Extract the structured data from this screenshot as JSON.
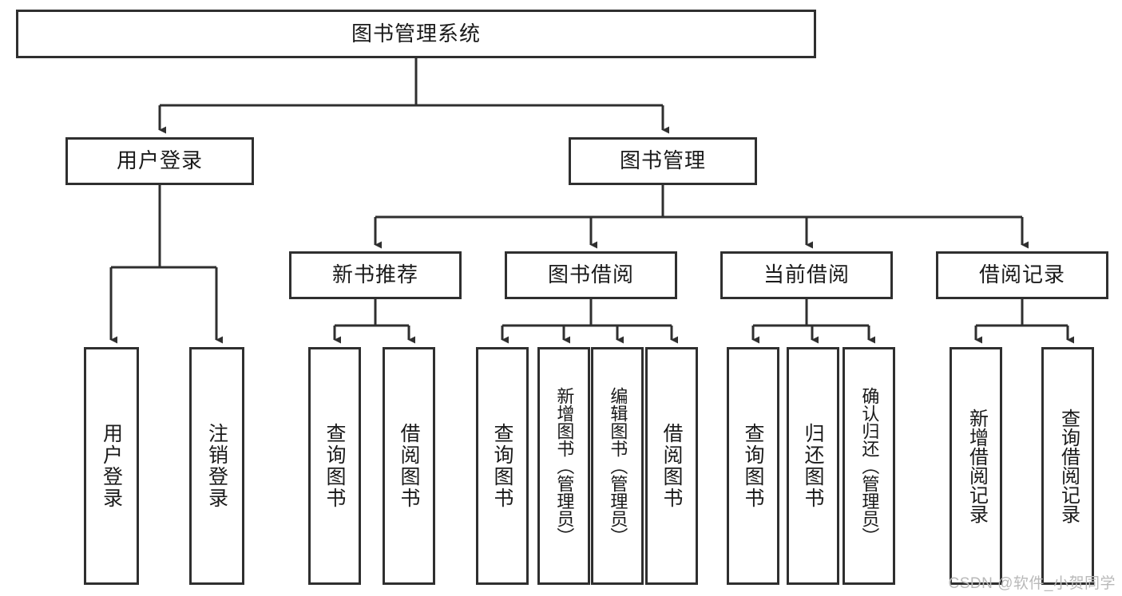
{
  "diagram": {
    "title": "图书管理系统",
    "type": "tree-hierarchy-chart",
    "watermark": "CSDN @软件_小贺同学",
    "colors": {
      "stroke": "#2f2f2f",
      "fill": "#ffffff",
      "text": "#1a1a1a",
      "watermark": "#b9b9b9"
    },
    "root": {
      "label": "图书管理系统"
    },
    "level1": [
      {
        "label": "用户登录"
      },
      {
        "label": "图书管理"
      }
    ],
    "level2": [
      {
        "label": "新书推荐"
      },
      {
        "label": "图书借阅"
      },
      {
        "label": "当前借阅"
      },
      {
        "label": "借阅记录"
      }
    ],
    "leaves": {
      "user_login": [
        {
          "label": "用户登录"
        },
        {
          "label": "注销登录"
        }
      ],
      "new_book_recommend": [
        {
          "label": "查询图书"
        },
        {
          "label": "借阅图书"
        }
      ],
      "book_borrow": [
        {
          "label": "查询图书"
        },
        {
          "label": "新增图书（管理员）"
        },
        {
          "label": "编辑图书（管理员）"
        },
        {
          "label": "借阅图书"
        }
      ],
      "current_borrow": [
        {
          "label": "查询图书"
        },
        {
          "label": "归还图书"
        },
        {
          "label": "确认归还（管理员）"
        }
      ],
      "borrow_record": [
        {
          "label": "新增借阅记录"
        },
        {
          "label": "查询借阅记录"
        }
      ]
    }
  }
}
